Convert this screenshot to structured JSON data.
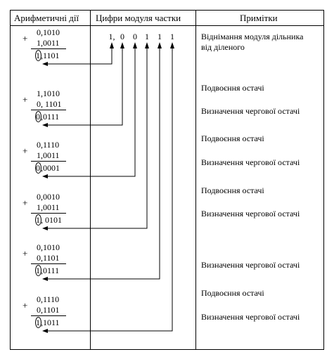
{
  "headers": {
    "col1": "Арифметичні дії",
    "col2": "Цифри модуля частки",
    "col3": "Примітки"
  },
  "quotient_digits": [
    "1,",
    "0",
    "0",
    "1",
    "1",
    "1"
  ],
  "steps": [
    {
      "sign": "+",
      "operand1": "0,1010",
      "operand2": "1,0011",
      "result_sign_digit": "1",
      "result_rest": ",1101",
      "quotient_index": 0,
      "notes": [
        "Віднімання модуля дільника",
        "від діленого"
      ]
    },
    {
      "sign": "+",
      "operand1": "1,1010",
      "operand2": "0, 1101",
      "result_sign_digit": "0",
      "result_rest": ",0111",
      "quotient_index": 1,
      "notes": [
        "Подвоєння остачі",
        "Визначення чергової остачі"
      ]
    },
    {
      "sign": "+",
      "operand1": "0,1110",
      "operand2": "1,0011",
      "result_sign_digit": "0",
      "result_rest": ",0001",
      "quotient_index": 2,
      "notes": [
        "Подвоєння остачі",
        "Визначення чергової остачі"
      ]
    },
    {
      "sign": "+",
      "operand1": "0,0010",
      "operand2": "1,0011",
      "result_sign_digit": "1",
      "result_rest": ", 0101",
      "quotient_index": 3,
      "notes": [
        "Подвоєння остачі",
        "Визначення чергової остачі"
      ]
    },
    {
      "sign": "+",
      "operand1": "0,1010",
      "operand2": "0,1101",
      "result_sign_digit": "1",
      "result_rest": ",0111",
      "quotient_index": 4,
      "notes": [
        "Визначення чергової остачі"
      ]
    },
    {
      "sign": "+",
      "operand1": "0,1110",
      "operand2": "0,1101",
      "result_sign_digit": "1",
      "result_rest": ",1011",
      "quotient_index": 5,
      "notes": [
        "Подвоєння остачі",
        "Визначення чергової остачі"
      ]
    }
  ]
}
